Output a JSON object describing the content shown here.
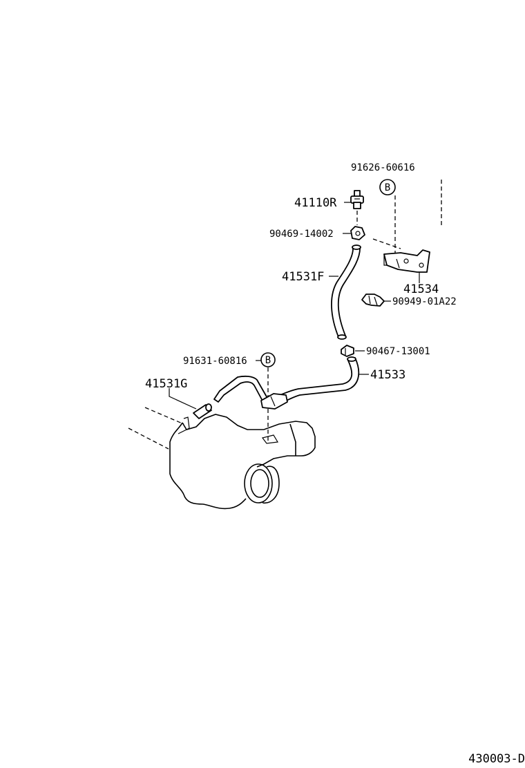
{
  "parts": {
    "p91626": "91626-60616",
    "p41110R": "41110R",
    "p90469": "90469-14002",
    "p41531F": "41531F",
    "p41534": "41534",
    "p90949": "90949-01A22",
    "p90467": "90467-13001",
    "p91631": "91631-60816",
    "p41533": "41533",
    "p41531G": "41531G"
  },
  "markers": {
    "b1": "B",
    "b2": "B"
  },
  "diagram_id": "430003-D"
}
